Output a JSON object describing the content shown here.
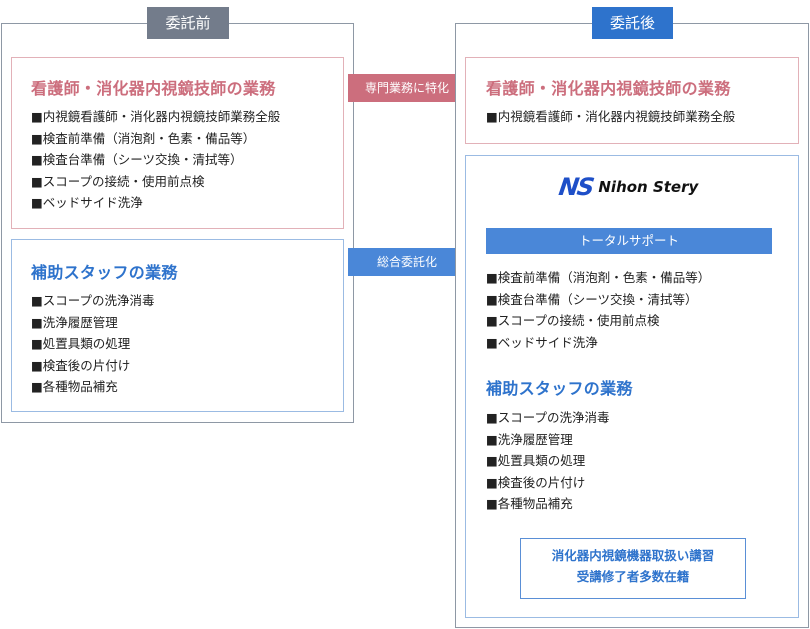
{
  "before": {
    "tag": "委託前",
    "nurse_box": {
      "title": "看護師・消化器内視鏡技師の業務",
      "items": [
        "■内視鏡看護師・消化器内視鏡技師業務全般",
        "■検査前準備（消泡剤・色素・備品等）",
        "■検査台準備（シーツ交換・清拭等）",
        "■スコープの接続・使用前点検",
        "■ベッドサイド洗浄"
      ]
    },
    "staff_box": {
      "title": "補助スタッフの業務",
      "items": [
        "■スコープの洗浄消毒",
        "■洗浄履歴管理",
        "■処置具類の処理",
        "■検査後の片付け",
        "■各種物品補充"
      ]
    }
  },
  "arrows": {
    "specialize": "専門業務に特化",
    "outsource": "総合委託化"
  },
  "after": {
    "tag": "委託後",
    "nurse_box": {
      "title": "看護師・消化器内視鏡技師の業務",
      "items": [
        "■内視鏡看護師・消化器内視鏡技師業務全般"
      ]
    },
    "company": {
      "logo_mark": "NS",
      "logo_name": "Nihon Stery",
      "support_label": "トータルサポート",
      "support_items": [
        "■検査前準備（消泡剤・色素・備品等）",
        "■検査台準備（シーツ交換・清拭等）",
        "■スコープの接続・使用前点検",
        "■ベッドサイド洗浄"
      ],
      "staff_title": "補助スタッフの業務",
      "staff_items": [
        "■スコープの洗浄消毒",
        "■洗浄履歴管理",
        "■処置具類の処理",
        "■検査後の片付け",
        "■各種物品補充"
      ],
      "course_line1": "消化器内視鏡機器取扱い講習",
      "course_line2": "受講修了者多数在籍"
    }
  },
  "colors": {
    "before_tag": "#737c8b",
    "after_tag": "#2e73cc",
    "nurse_title": "#cc6e7d",
    "staff_title": "#2e73cc",
    "arrow": "#4a87d8"
  }
}
